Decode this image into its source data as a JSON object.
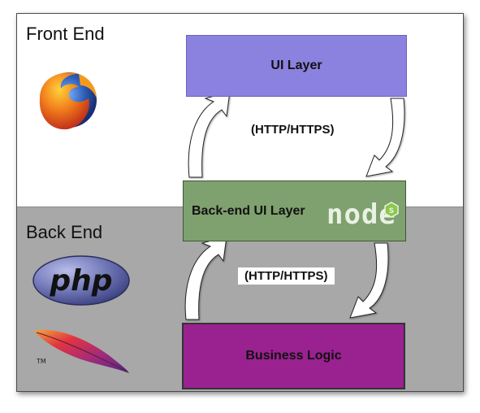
{
  "front_end": {
    "title": "Front End"
  },
  "back_end": {
    "title": "Back End"
  },
  "layers": {
    "ui": "UI Layer",
    "backend_ui": "Back-end UI Layer",
    "business": "Business Logic"
  },
  "protocols": {
    "top": "(HTTP/HTTPS)",
    "bottom": "(HTTP/HTTPS)"
  },
  "logos": {
    "browser": "firefox-logo",
    "language": "php",
    "server": "apache-feather-logo",
    "runtime": "node"
  },
  "colors": {
    "ui_layer": "#8b81de",
    "backend_ui_layer": "#7fa06f",
    "business_logic": "#9a2190",
    "back_end_zone": "#a8a8a8"
  }
}
